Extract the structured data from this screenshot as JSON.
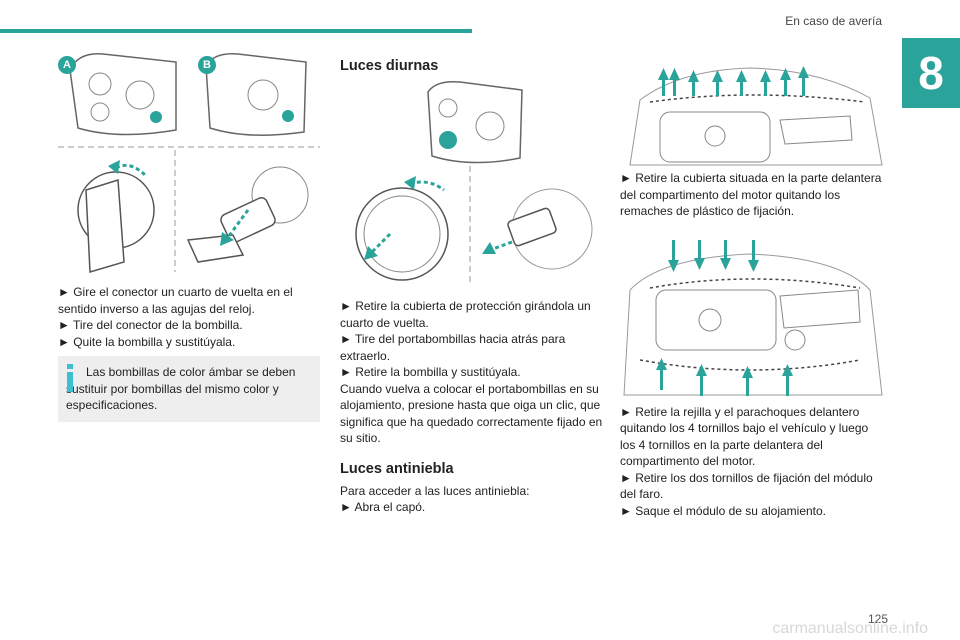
{
  "header": {
    "title": "En caso de avería",
    "chapter": "8"
  },
  "column1": {
    "badge_a": "A",
    "badge_b": "B",
    "steps": [
      "► Gire el conector un cuarto de vuelta en el sentido inverso a las agujas del reloj.",
      "► Tire del conector de la bombilla.",
      "► Quite la bombilla y sustitúyala."
    ],
    "note": "Las bombillas de color ámbar se deben sustituir por bombillas del mismo color y especificaciones."
  },
  "column2": {
    "section1_title": "Luces diurnas",
    "steps": [
      "► Retire la cubierta de protección girándola un cuarto de vuelta.",
      "► Tire del portabombillas hacia atrás para extraerlo.",
      "► Retire la bombilla y sustitúyala.",
      "Cuando vuelva a colocar el portabombillas en su alojamiento, presione hasta que oiga un clic, que significa que ha quedado correctamente fijado en su sitio."
    ],
    "section2_title": "Luces antiniebla",
    "fog_intro": "Para acceder a las luces antiniebla:",
    "fog_step": "► Abra el capó."
  },
  "column3": {
    "step1": "► Retire la cubierta situada en la parte delantera del compartimento del motor quitando los remaches de plástico de fijación.",
    "steps2": [
      "► Retire la rejilla y el parachoques delantero quitando los 4 tornillos bajo el vehículo y luego los 4 tornillos en la parte delantera del compartimento del motor.",
      "► Retire los dos tornillos de fijación del módulo del faro.",
      "► Saque el módulo de su alojamiento."
    ]
  },
  "footer": {
    "page_number": "125",
    "watermark": "carmanualsonline.info"
  },
  "colors": {
    "accent": "#2aa39b",
    "note_bg": "#eeeeee",
    "note_icon": "#3cc0cf"
  }
}
